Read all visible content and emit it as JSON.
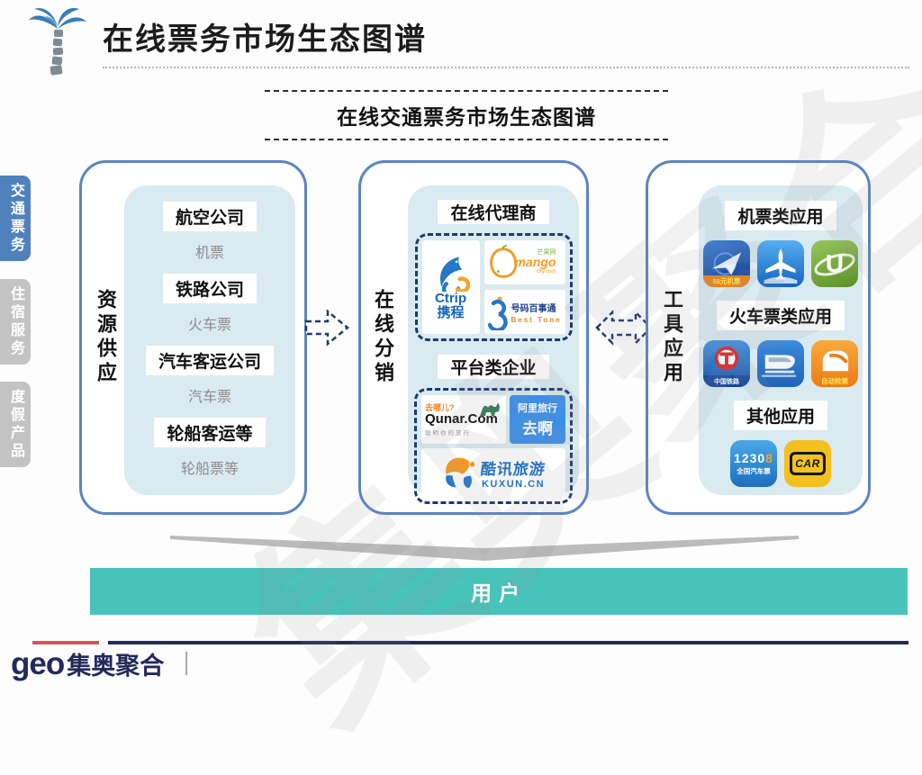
{
  "header": {
    "title": "在线票务市场生态图谱"
  },
  "subtitle": "在线交通票务市场生态图谱",
  "watermark": "集奥聚合",
  "sidebar": {
    "tabs": [
      {
        "label": "交通票务"
      },
      {
        "label": "住宿服务"
      },
      {
        "label": "度假产品"
      }
    ]
  },
  "columns": {
    "supply": {
      "label": "资源供应",
      "rows": [
        {
          "box": "航空公司",
          "note": "机票"
        },
        {
          "box": "铁路公司",
          "note": "火车票"
        },
        {
          "box": "汽车客运公司",
          "note": "汽车票"
        },
        {
          "box": "轮船客运等",
          "note": "轮船票等"
        }
      ]
    },
    "distribution": {
      "label": "在线分销",
      "sections": [
        {
          "box": "在线代理商"
        },
        {
          "box": "平台类企业"
        }
      ],
      "logos": {
        "ctrip": {
          "en": "Ctrip",
          "cn": "携程"
        },
        "mango": {
          "cn": "芒果网",
          "en": "mango",
          "sub": "city.com"
        },
        "besttone": {
          "cn": "号码百事通",
          "en": "Best Tone"
        },
        "qunar": {
          "top": "去哪儿?",
          "name": "Qunar.Com",
          "slogan": "聪明你的旅行"
        },
        "alitrip": {
          "line1": "阿里旅行",
          "line2": "去啊"
        },
        "kuxun": {
          "cn": "酷讯旅游",
          "en": "KUXUN.CN"
        }
      }
    },
    "tools": {
      "label": "工具应用",
      "groups": [
        {
          "box": "机票类应用"
        },
        {
          "box": "火车票类应用"
        },
        {
          "box": "其他应用"
        }
      ],
      "apps": {
        "flight_deal_band": "50元机票",
        "railway_band": "中国铁路",
        "grab_band": "自动抢票",
        "bus_num": "1230",
        "bus_num_accent": "8",
        "bus_band": "全国汽车票",
        "car_label": "CAR",
        "umetrip_letter": "U"
      }
    }
  },
  "user_bar": {
    "label": "用户"
  },
  "footer": {
    "logo_en": "geo",
    "logo_cn": "集奥聚合"
  },
  "colors": {
    "tab_active": "#4f81bd",
    "tab_inactive": "#c3c3c3",
    "column_border": "#5b84c4",
    "panel_fill": "#d9eaf0",
    "dashed_navy": "#1e3a6d",
    "user_bar_teal": "#47c3b9",
    "chevron_gray": "#bbbbbb",
    "footer_navy": "#232a5c",
    "footer_red": "#d85454"
  }
}
